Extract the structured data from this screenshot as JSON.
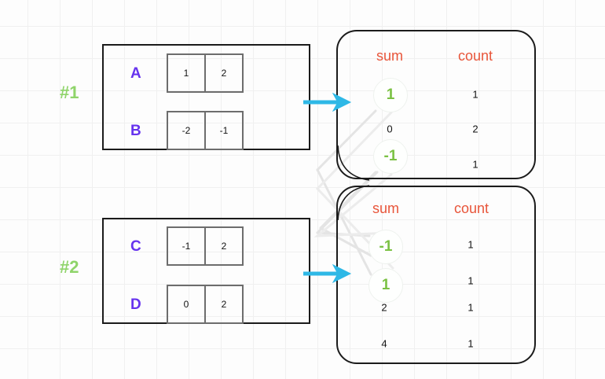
{
  "diagram": {
    "title": "partial aggregation sum/count diagram",
    "colors": {
      "group_label": "#8fd46a",
      "row_letter": "#6633ee",
      "column_header": "#e8553a",
      "highlight_value": "#7ac143",
      "arrow": "#2eb8e6",
      "box_border": "#1b1b1b",
      "cell_border": "#6d6d6d",
      "link_line": "#e2e2e2",
      "grid": "#f0f0f0",
      "background": "#fdfdfd"
    }
  },
  "groups": [
    {
      "label": "#1",
      "rows": [
        {
          "name": "A",
          "cells": [
            "1",
            "2"
          ]
        },
        {
          "name": "B",
          "cells": [
            "-2",
            "-1"
          ]
        }
      ]
    },
    {
      "label": "#2",
      "rows": [
        {
          "name": "C",
          "cells": [
            "-1",
            "2"
          ]
        },
        {
          "name": "D",
          "cells": [
            "0",
            "2"
          ]
        }
      ]
    }
  ],
  "tables": [
    {
      "id": "top",
      "headers": {
        "sum": "sum",
        "count": "count"
      },
      "rows": [
        {
          "sum": "1",
          "count": "1",
          "highlight": true
        },
        {
          "sum": "0",
          "count": "2",
          "highlight": false
        },
        {
          "sum": "-1",
          "count": "1",
          "highlight": true
        }
      ]
    },
    {
      "id": "bottom",
      "headers": {
        "sum": "sum",
        "count": "count"
      },
      "rows": [
        {
          "sum": "-1",
          "count": "1",
          "highlight": true
        },
        {
          "sum": "1",
          "count": "1",
          "highlight": true
        },
        {
          "sum": "2",
          "count": "1",
          "highlight": false
        },
        {
          "sum": "4",
          "count": "1",
          "highlight": false
        }
      ]
    }
  ]
}
